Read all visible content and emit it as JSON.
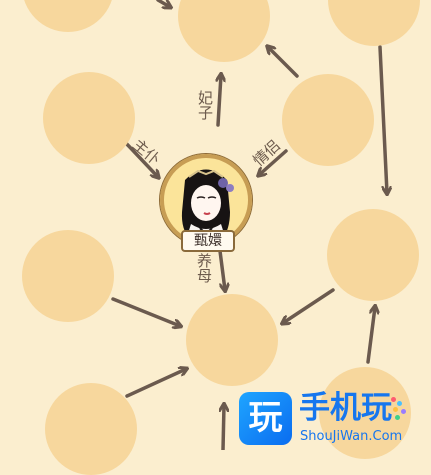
{
  "character": {
    "name": "甄嬛"
  },
  "relations": {
    "master_servant": "主仆",
    "concubine": "妃子",
    "lovers": "情侣",
    "adoptive_mother": "养母"
  },
  "watermark": {
    "logo_char": "玩",
    "title": "手机玩",
    "subtitle": "ShouJiWan.Com"
  },
  "colors": {
    "background": "#fbeecf",
    "node": "#f7d79d",
    "arrow": "#6b5a4e",
    "label": "#6d5b4d",
    "brand": "#1676ee"
  }
}
